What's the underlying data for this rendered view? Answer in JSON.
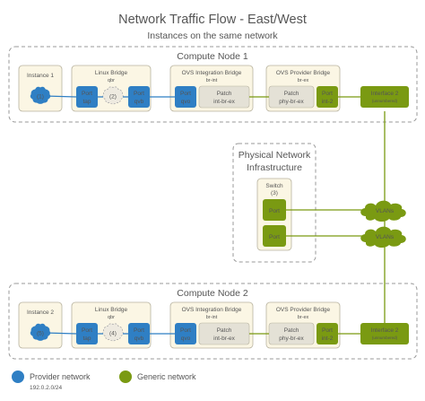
{
  "title": "Network Traffic Flow - East/West",
  "subtitle": "Instances on the same network",
  "colors": {
    "provider": "#2f7fc4",
    "generic": "#7a9a12",
    "box_fill": "#fbf6e4",
    "port_fill": "#e4e1d6",
    "dashed": "#9a9a9a"
  },
  "physical": {
    "title_line1": "Physical Network",
    "title_line2": "Infrastructure",
    "switch_label": "Switch",
    "switch_num": "(3)",
    "port_label": "Port",
    "vlans_label": "VLANs"
  },
  "nodes": [
    {
      "title": "Compute Node 1",
      "instance": {
        "title": "Instance 1",
        "num": "(1)"
      },
      "linux_bridge": {
        "title": "Linux Bridge",
        "sub": "qbr",
        "tap_line1": "Port",
        "tap_line2": "tap",
        "cloud_num": "(2)",
        "qvb_line1": "Port",
        "qvb_line2": "qvb"
      },
      "ovs_int": {
        "title": "OVS Integration Bridge",
        "sub": "br-int",
        "qvo_line1": "Port",
        "qvo_line2": "qvo",
        "patch_line1": "Patch",
        "patch_line2": "int-br-ex"
      },
      "ovs_prov": {
        "title": "OVS Provider Bridge",
        "sub": "br-ex",
        "patch_line1": "Patch",
        "patch_line2": "phy-br-ex",
        "port_line1": "Port",
        "port_line2": "int-2"
      },
      "iface": {
        "line1": "Interface 2",
        "line2": "(unnumbered)"
      }
    },
    {
      "title": "Compute Node 2",
      "instance": {
        "title": "Instance 2",
        "num": "(5)"
      },
      "linux_bridge": {
        "title": "Linux Bridge",
        "sub": "qbr",
        "tap_line1": "Port",
        "tap_line2": "tap",
        "cloud_num": "(4)",
        "qvb_line1": "Port",
        "qvb_line2": "qvb"
      },
      "ovs_int": {
        "title": "OVS Integration Bridge",
        "sub": "br-int",
        "qvo_line1": "Port",
        "qvo_line2": "qvo",
        "patch_line1": "Patch",
        "patch_line2": "int-br-ex"
      },
      "ovs_prov": {
        "title": "OVS Provider Bridge",
        "sub": "br-ex",
        "patch_line1": "Patch",
        "patch_line2": "phy-br-ex",
        "port_line1": "Port",
        "port_line2": "int-2"
      },
      "iface": {
        "line1": "Interface 2",
        "line2": "(unnumbered)"
      }
    }
  ],
  "legend": {
    "provider_label": "Provider network",
    "provider_sub": "192.0.2.0/24",
    "generic_label": "Generic network"
  }
}
